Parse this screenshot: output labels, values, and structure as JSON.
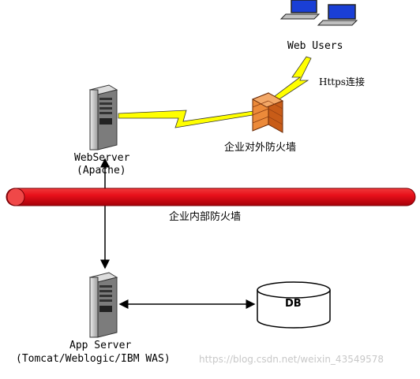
{
  "nodes": {
    "web_users": {
      "label": "Web Users"
    },
    "https": {
      "label": "Https连接"
    },
    "external_firewall": {
      "label": "企业对外防火墙"
    },
    "web_server": {
      "line1": "WebServer",
      "line2": "(Apache)"
    },
    "internal_firewall": {
      "label": "企业内部防火墙"
    },
    "app_server": {
      "line1": "App Server",
      "line2": "(Tomcat/Weblogic/IBM WAS)"
    },
    "db": {
      "label": "DB"
    }
  },
  "watermark": "https://blog.csdn.net/weixin_43549578",
  "colors": {
    "internal_firewall": "#e8101a",
    "lightning": "#ffff00",
    "brick": "#e87c2c",
    "laptop_screen": "#1a3fd6"
  }
}
